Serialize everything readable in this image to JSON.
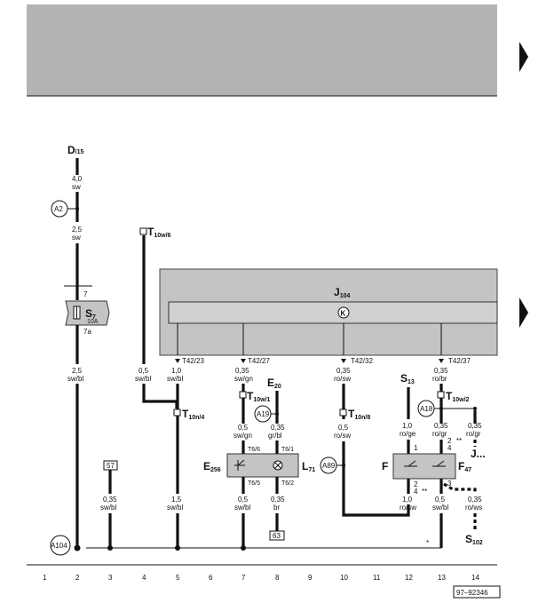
{
  "header_bar": {
    "color": "#b3b3b3"
  },
  "module": {
    "name": "J",
    "sub": "104",
    "color": "#c4c4c4",
    "icon": "abs-warning-icon",
    "pins": [
      "T42/23",
      "T42/27",
      "T42/32",
      "T42/37"
    ]
  },
  "labels": {
    "d15": "D",
    "d15_sub": "/15",
    "w1a": "4,0",
    "w1b": "sw",
    "w2a": "2,5",
    "w2b": "sw",
    "a2": "A2",
    "fuse": "S",
    "fuse_sub": "7",
    "fuse_amp": "10A",
    "fuse_top": "7",
    "fuse_bot": "7a",
    "w3a": "2,5",
    "w3b": "sw/bl",
    "a104": "A104",
    "box57": "57",
    "w4a": "0,35",
    "w4b": "sw/bl",
    "t10w6": "T",
    "t10w6_sub": "10w/6",
    "w5a": "0,5",
    "w5b": "sw/bl",
    "w6a": "1,0",
    "w6b": "sw/bl",
    "t10n4": "T",
    "t10n4_sub": "10n/4",
    "w7a": "1,5",
    "w7b": "sw/bl",
    "w8a": "0,35",
    "w8b": "sw/gn",
    "t10w1": "T",
    "t10w1_sub": "10w/1",
    "w9a": "0,5",
    "w9b": "sw/gn",
    "e20": "E",
    "e20_sub": "20",
    "a19": "A19",
    "w10a": "0,35",
    "w10b": "gr/bl",
    "t66": "T6/6",
    "t61": "T6/1",
    "t65": "T6/5",
    "t62": "T6/2",
    "e256": "E",
    "e256_sub": "256",
    "l71": "L",
    "l71_sub": "71",
    "w11a": "0,5",
    "w11b": "sw/bl",
    "w12a": "0,35",
    "w12b": "br",
    "box63": "63",
    "w13a": "0,35",
    "w13b": "ro/sw",
    "t10n8": "T",
    "t10n8_sub": "10n/8",
    "w14a": "0,5",
    "w14b": "ro/sw",
    "a89": "A89",
    "s13": "S",
    "s13_sub": "13",
    "w15a": "0,35",
    "w15b": "ro/br",
    "t10w2": "T",
    "t10w2_sub": "10w/2",
    "a18": "A18",
    "w16a": "1,0",
    "w16b": "ro/ge",
    "w17a": "0,35",
    "w17b": "ro/gr",
    "w18a": "0,35",
    "w18b": "ro/gr",
    "f": "F",
    "f47": "F",
    "f47_sub": "47",
    "p1": "1",
    "p2": "2",
    "p3": "3",
    "p4a": "4",
    "p4b": "4",
    "p2b": "2",
    "star2a": "**",
    "star2b": "**",
    "j_dots": "J...",
    "w19a": "1,0",
    "w19b": "ro/sw",
    "w20a": "0,5",
    "w20b": "sw/bl",
    "w21a": "0,35",
    "w21b": "ro/ws",
    "star": "*",
    "s102": "S",
    "s102_sub": "102"
  },
  "columns": [
    "1",
    "2",
    "3",
    "4",
    "5",
    "6",
    "7",
    "8",
    "9",
    "10",
    "11",
    "12",
    "13",
    "14"
  ],
  "doc_number": "97–92346"
}
